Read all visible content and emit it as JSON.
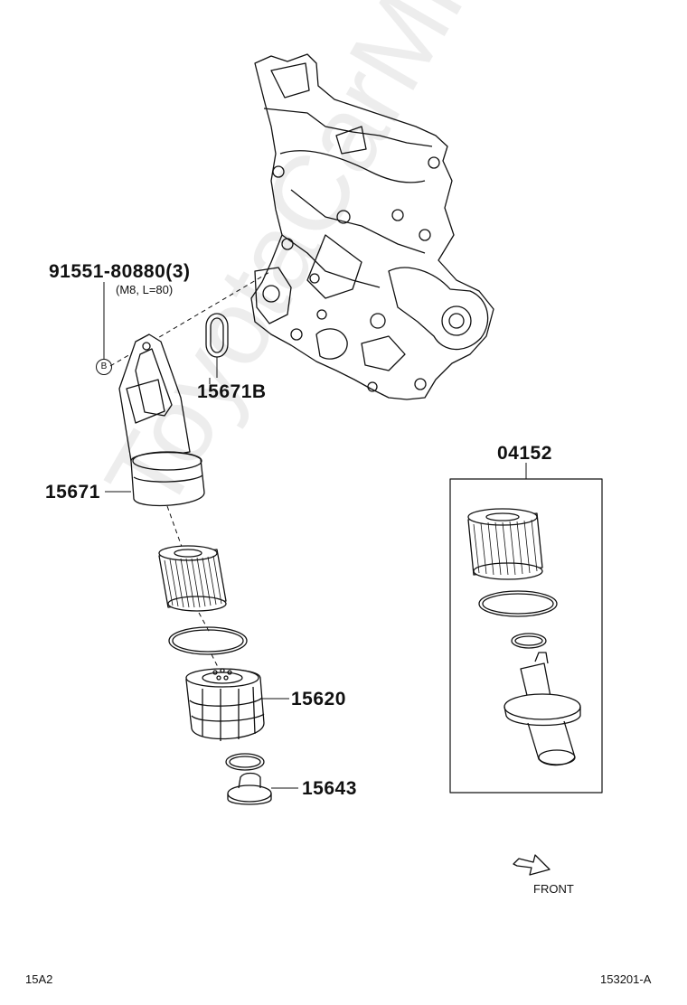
{
  "watermark": "ToyotaCarMine.ru",
  "parts": {
    "bolt_number": "91551-80880(3)",
    "bolt_spec": "(M8, L=80)",
    "marker_b": "B",
    "gasket": "15671B",
    "housing": "15671",
    "kit": "04152",
    "cap": "15620",
    "plug": "15643"
  },
  "front_label": "FRONT",
  "footer": {
    "left": "15A2",
    "right": "153201-A"
  },
  "colors": {
    "line": "#111111",
    "background": "#ffffff"
  }
}
